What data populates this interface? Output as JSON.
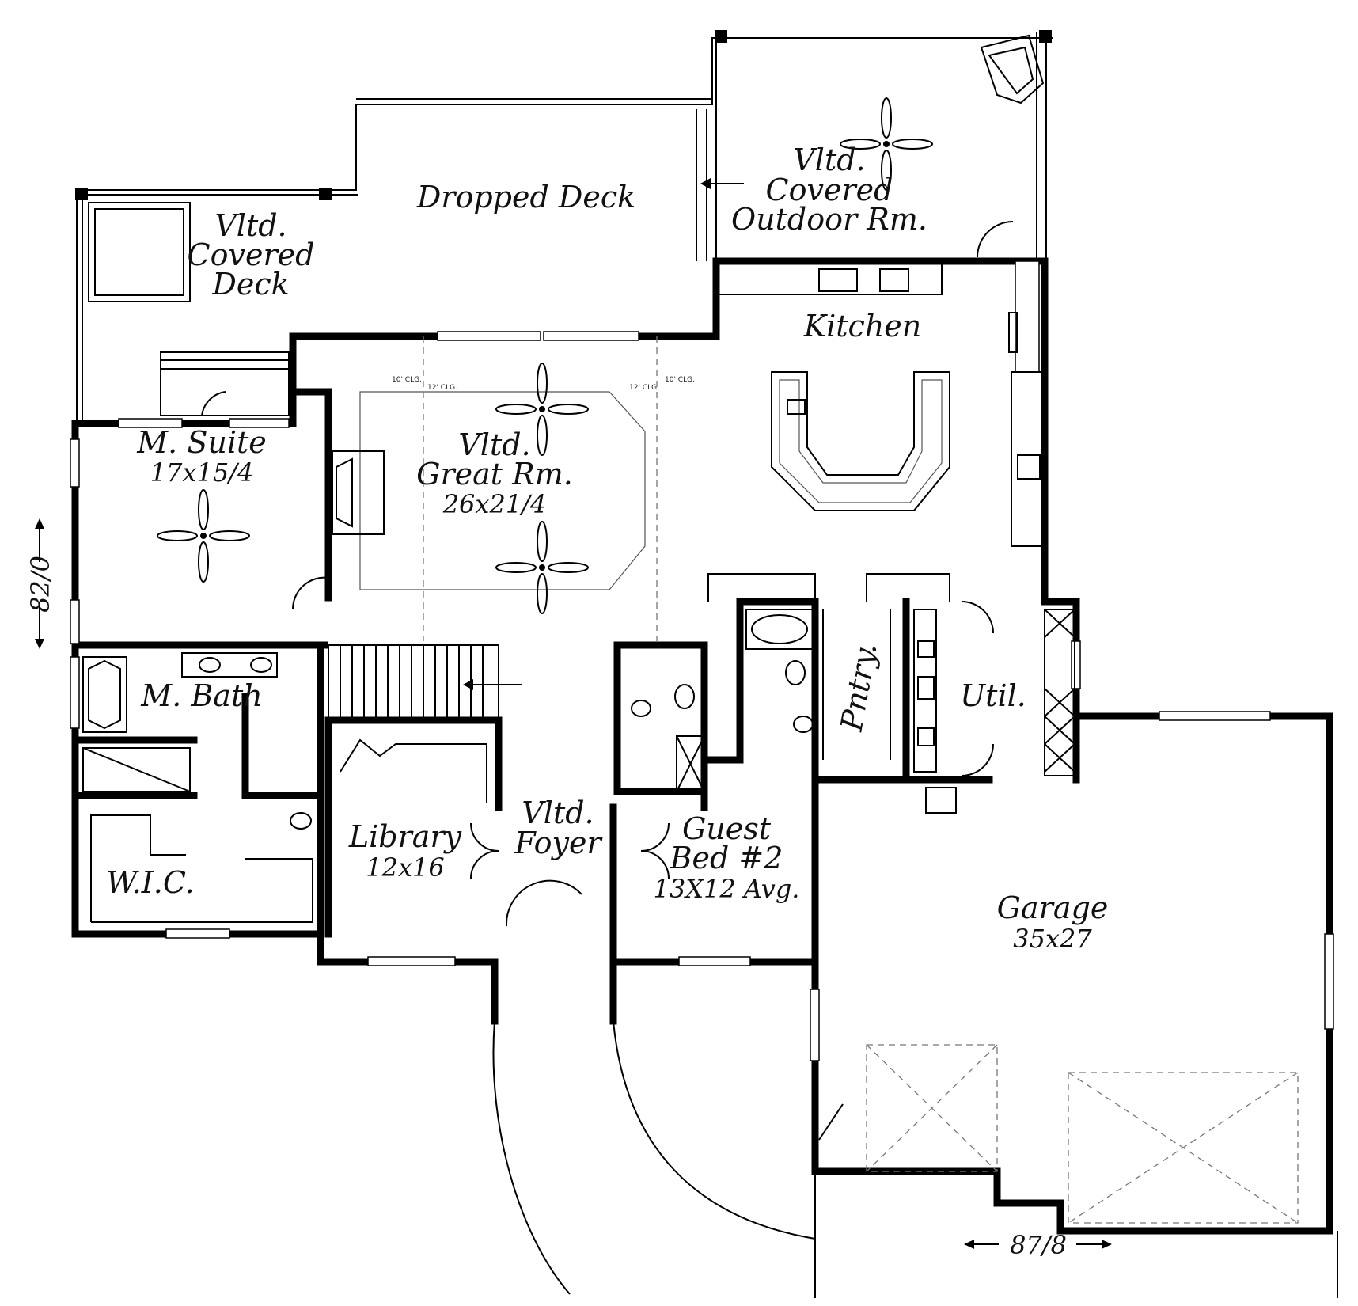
{
  "rooms": {
    "covered_deck": [
      "Vltd.",
      "Covered",
      "Deck"
    ],
    "dropped_deck": "Dropped Deck",
    "outdoor_room": [
      "Vltd.",
      "Covered",
      "Outdoor Rm."
    ],
    "kitchen": "Kitchen",
    "master_suite": {
      "name": "M. Suite",
      "size": "17x15/4"
    },
    "great_room": {
      "name": [
        "Vltd.",
        "Great Rm."
      ],
      "size": "26x21/4"
    },
    "master_bath": "M. Bath",
    "wic": "W.I.C.",
    "library": {
      "name": "Library",
      "size": "12x16"
    },
    "foyer": [
      "Vltd.",
      "Foyer"
    ],
    "guest_bed": {
      "name": [
        "Guest",
        "Bed #2"
      ],
      "size": "13X12 Avg."
    },
    "pantry": "Pntry.",
    "utility": "Util.",
    "garage": {
      "name": "Garage",
      "size": "35x27"
    }
  },
  "dimensions": {
    "depth": "82/0",
    "width": "87/8"
  },
  "ceiling_notes": [
    "10' CLG.",
    "12' CLG.",
    "12' CLG.",
    "10' CLG."
  ]
}
